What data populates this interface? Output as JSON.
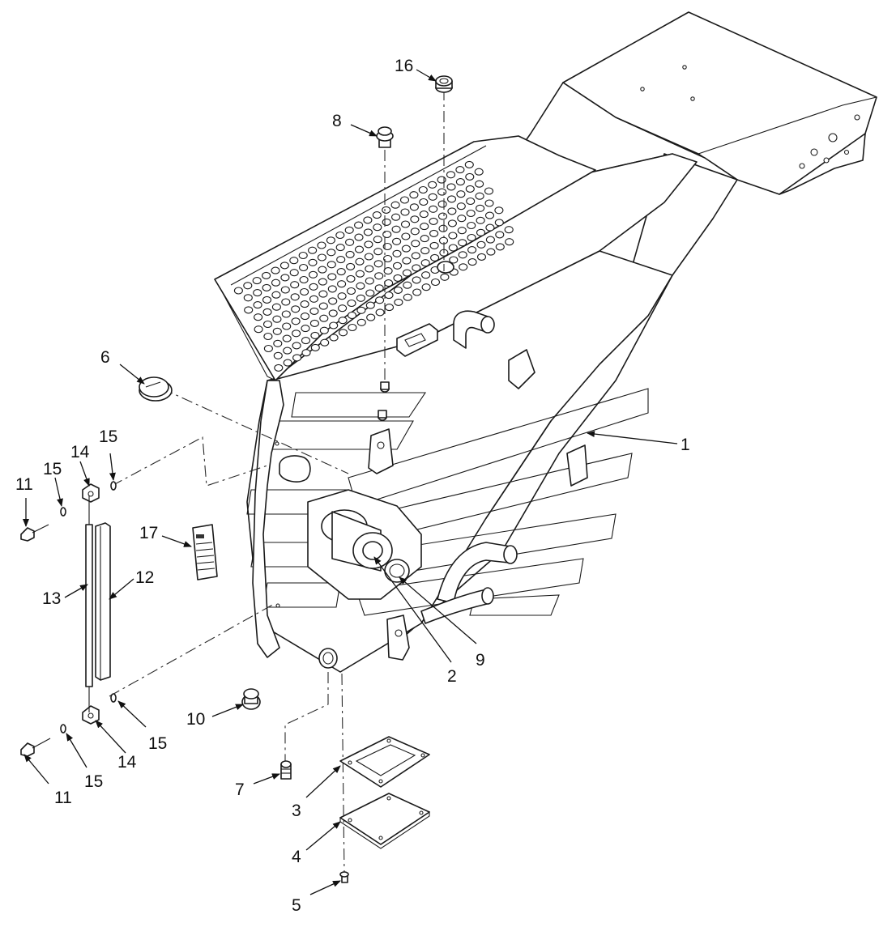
{
  "callouts": [
    {
      "id": "c16",
      "label": "16"
    },
    {
      "id": "c8",
      "label": "8"
    },
    {
      "id": "c6",
      "label": "6"
    },
    {
      "id": "c1",
      "label": "1"
    },
    {
      "id": "c15a",
      "label": "15"
    },
    {
      "id": "c14a",
      "label": "14"
    },
    {
      "id": "c15b",
      "label": "15"
    },
    {
      "id": "c11a",
      "label": "11"
    },
    {
      "id": "c17",
      "label": "17"
    },
    {
      "id": "c12",
      "label": "12"
    },
    {
      "id": "c13",
      "label": "13"
    },
    {
      "id": "c2",
      "label": "2"
    },
    {
      "id": "c9",
      "label": "9"
    },
    {
      "id": "c10",
      "label": "10"
    },
    {
      "id": "c15c",
      "label": "15"
    },
    {
      "id": "c14b",
      "label": "14"
    },
    {
      "id": "c15d",
      "label": "15"
    },
    {
      "id": "c11b",
      "label": "11"
    },
    {
      "id": "c7",
      "label": "7"
    },
    {
      "id": "c3",
      "label": "3"
    },
    {
      "id": "c4",
      "label": "4"
    },
    {
      "id": "c5",
      "label": "5"
    }
  ],
  "colors": {
    "line": "#1a1a1a",
    "background": "#ffffff"
  }
}
